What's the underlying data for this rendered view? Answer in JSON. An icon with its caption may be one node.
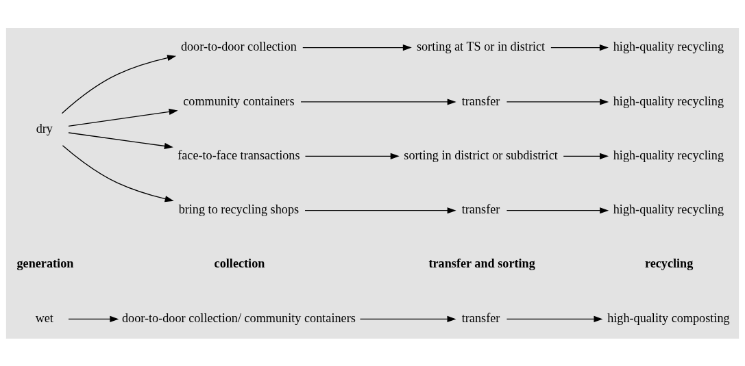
{
  "diagram": {
    "nodes": [
      {
        "text": [
          "wet"
        ]
      },
      {
        "text": [
          "door-to-door collection/ community containers"
        ]
      },
      {
        "text": [
          "transfer"
        ]
      },
      {
        "text": [
          "high-quality composting"
        ]
      },
      {
        "text": [
          "dry"
        ]
      },
      {
        "text": [
          "door-to-door collection"
        ]
      },
      {
        "text": [
          "sorting at TS or in district"
        ]
      },
      {
        "text": [
          "high-quality recycling"
        ]
      },
      {
        "text": [
          "community containers"
        ]
      },
      {
        "text": [
          "transfer"
        ]
      },
      {
        "text": [
          "high-quality recycling"
        ]
      },
      {
        "text": [
          "face-to-face transactions"
        ]
      },
      {
        "text": [
          "sorting in district or subdistrict"
        ]
      },
      {
        "text": [
          "high-quality recycling"
        ]
      },
      {
        "text": [
          "bring to recycling shops"
        ]
      },
      {
        "text": [
          "transfer"
        ]
      },
      {
        "text": [
          "high-quality recycling"
        ]
      }
    ],
    "edges": [
      {
        "from": 0,
        "to": 1,
        "arrow": "to"
      },
      {
        "from": 1,
        "to": 2,
        "arrow": "to"
      },
      {
        "from": 2,
        "to": 3,
        "arrow": "to"
      },
      {
        "from": 4,
        "to": 5,
        "arrow": "to"
      },
      {
        "from": 5,
        "to": 6,
        "arrow": "to"
      },
      {
        "from": 6,
        "to": 7,
        "arrow": "to"
      },
      {
        "from": 4,
        "to": 8,
        "arrow": "to"
      },
      {
        "from": 8,
        "to": 9,
        "arrow": "to"
      },
      {
        "from": 9,
        "to": 10,
        "arrow": "to"
      },
      {
        "from": 4,
        "to": 11,
        "arrow": "to"
      },
      {
        "from": 11,
        "to": 12,
        "arrow": "to"
      },
      {
        "from": 12,
        "to": 13,
        "arrow": "to"
      },
      {
        "from": 4,
        "to": 14,
        "arrow": "to"
      },
      {
        "from": 14,
        "to": 15,
        "arrow": "to"
      },
      {
        "from": 15,
        "to": 16,
        "arrow": "to"
      }
    ],
    "labels": [
      "generation",
      "collection",
      "transfer and sorting",
      "recycling"
    ]
  }
}
